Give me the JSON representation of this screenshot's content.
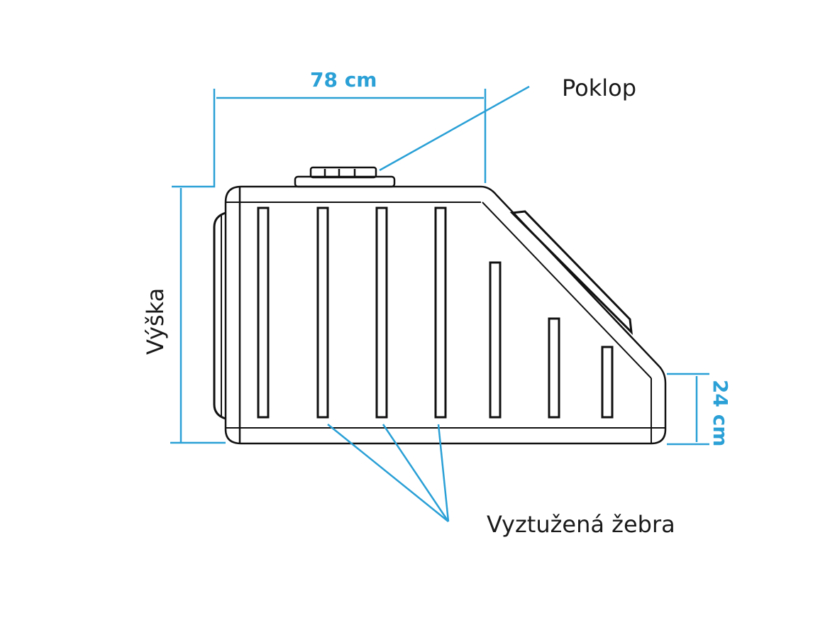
{
  "dimensions": {
    "width": "78 cm",
    "height": "Výška",
    "step_height": "24 cm"
  },
  "labels": {
    "lid": "Poklop",
    "ribs": "Vyztužená žebra"
  },
  "colors": {
    "dimension_line": "#2aa0d6",
    "outline": "#111111",
    "background": "#ffffff"
  }
}
